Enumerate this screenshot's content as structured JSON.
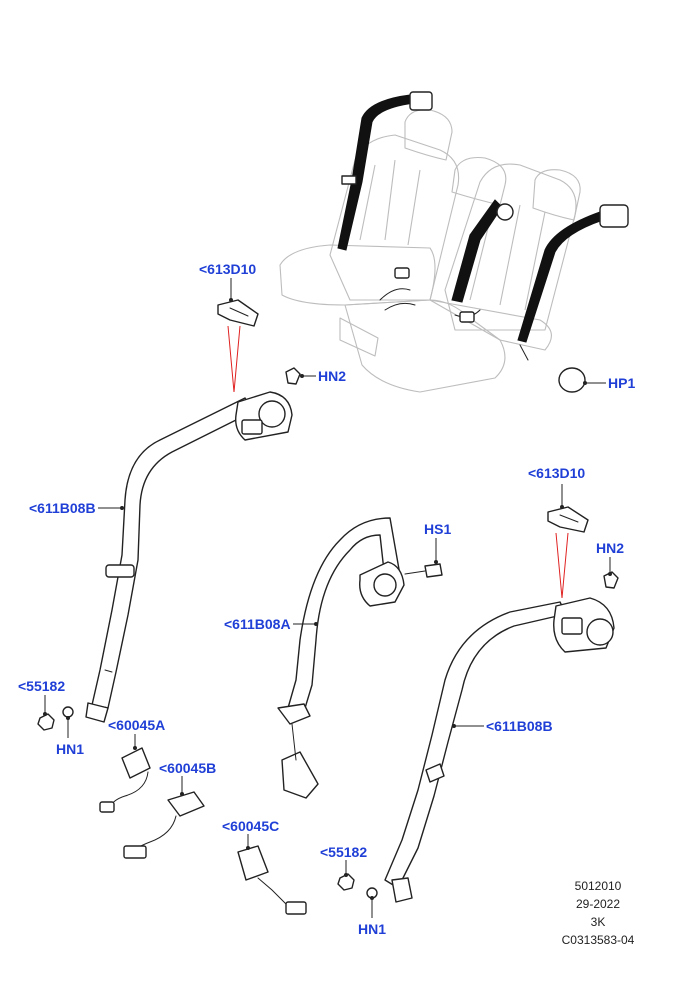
{
  "labels": {
    "613D10_top": "<613D10",
    "HN2_top": "HN2",
    "HP1": "HP1",
    "611B08B_left": "<611B08B",
    "HS1": "HS1",
    "613D10_right": "<613D10",
    "HN2_right": "HN2",
    "611B08A": "<611B08A",
    "55182_left": "<55182",
    "HN1_left": "HN1",
    "611B08B_right": "<611B08B",
    "60045A": "<60045A",
    "60045B": "<60045B",
    "60045C": "<60045C",
    "55182_right": "<55182",
    "HN1_right": "HN1"
  },
  "meta": {
    "line1": "5012010",
    "line2": "29-2022",
    "line3": "3K",
    "line4": "C0313583-04"
  },
  "colors": {
    "callout": "#1f3fd6",
    "leader_red": "#e02020",
    "seat_outline": "#bdbdbd"
  }
}
